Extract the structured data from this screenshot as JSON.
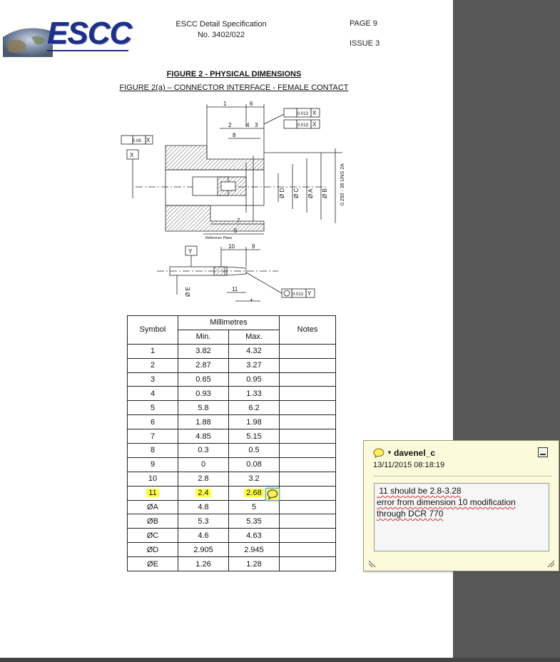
{
  "document": {
    "logo_text": "ESCC",
    "spec_title_line1": "ESCC Detail Specification",
    "spec_title_line2": "No. 3402/022",
    "page_label": "PAGE 9",
    "issue_label": "ISSUE 3",
    "figure_title": "FIGURE 2 - PHYSICAL DIMENSIONS",
    "figure_subtitle": "FIGURE 2(a) – CONNECTOR INTERFACE - FEMALE CONTACT"
  },
  "drawing": {
    "labels": {
      "d1": "1",
      "d2": "2",
      "d3": "3",
      "d4": "4",
      "d5": "5",
      "d6": "6",
      "d7": "7",
      "d8": "8",
      "d9": "9",
      "d10": "10",
      "d11": "11",
      "tol1": "0.013",
      "tol2": "0.013",
      "tol3": "0.08",
      "tol4": "0.013",
      "datum_x": "X",
      "datum_y": "Y",
      "dia_d": "Ø D",
      "dia_c": "Ø C",
      "dia_a": "Ø A",
      "dia_b": "Ø B",
      "dia_e": "Ø E",
      "thread": "0.250 - 36 UNS 2A",
      "ref_plane": "Reference Plane"
    }
  },
  "table": {
    "header_symbol": "Symbol",
    "header_units": "Millimetres",
    "header_min": "Min.",
    "header_max": "Max.",
    "header_notes": "Notes",
    "rows": [
      {
        "symbol": "1",
        "min": "3.82",
        "max": "4.32"
      },
      {
        "symbol": "2",
        "min": "2.87",
        "max": "3.27"
      },
      {
        "symbol": "3",
        "min": "0.65",
        "max": "0.95"
      },
      {
        "symbol": "4",
        "min": "0.93",
        "max": "1.33"
      },
      {
        "symbol": "5",
        "min": "5.8",
        "max": "6.2"
      },
      {
        "symbol": "6",
        "min": "1.88",
        "max": "1.98"
      },
      {
        "symbol": "7",
        "min": "4.85",
        "max": "5.15"
      },
      {
        "symbol": "8",
        "min": "0.3",
        "max": "0.5"
      },
      {
        "symbol": "9",
        "min": "0",
        "max": "0.08"
      },
      {
        "symbol": "10",
        "min": "2.8",
        "max": "3.2"
      },
      {
        "symbol": "11",
        "min": "2.4",
        "max": "2.68"
      },
      {
        "symbol": "ØA",
        "min": "4.8",
        "max": "5"
      },
      {
        "symbol": "ØB",
        "min": "5.3",
        "max": "5.35"
      },
      {
        "symbol": "ØC",
        "min": "4.6",
        "max": "4.63"
      },
      {
        "symbol": "ØD",
        "min": "2.905",
        "max": "2.945"
      },
      {
        "symbol": "ØE",
        "min": "1.26",
        "max": "1.28"
      }
    ],
    "highlighted_row": 10
  },
  "comment": {
    "author": "davenel_c",
    "date": "13/11/2015 08:18:19",
    "text": " 11 should be 2.8-3.28\nerror from dimension 10 modification\nthrough DCR 770",
    "icon": "speech-bubble-icon"
  },
  "colors": {
    "highlight": "#ffff44",
    "popup_bg": "#fbfbdc",
    "logo_blue": "#1f2f86",
    "viewer_bg": "#585858"
  }
}
